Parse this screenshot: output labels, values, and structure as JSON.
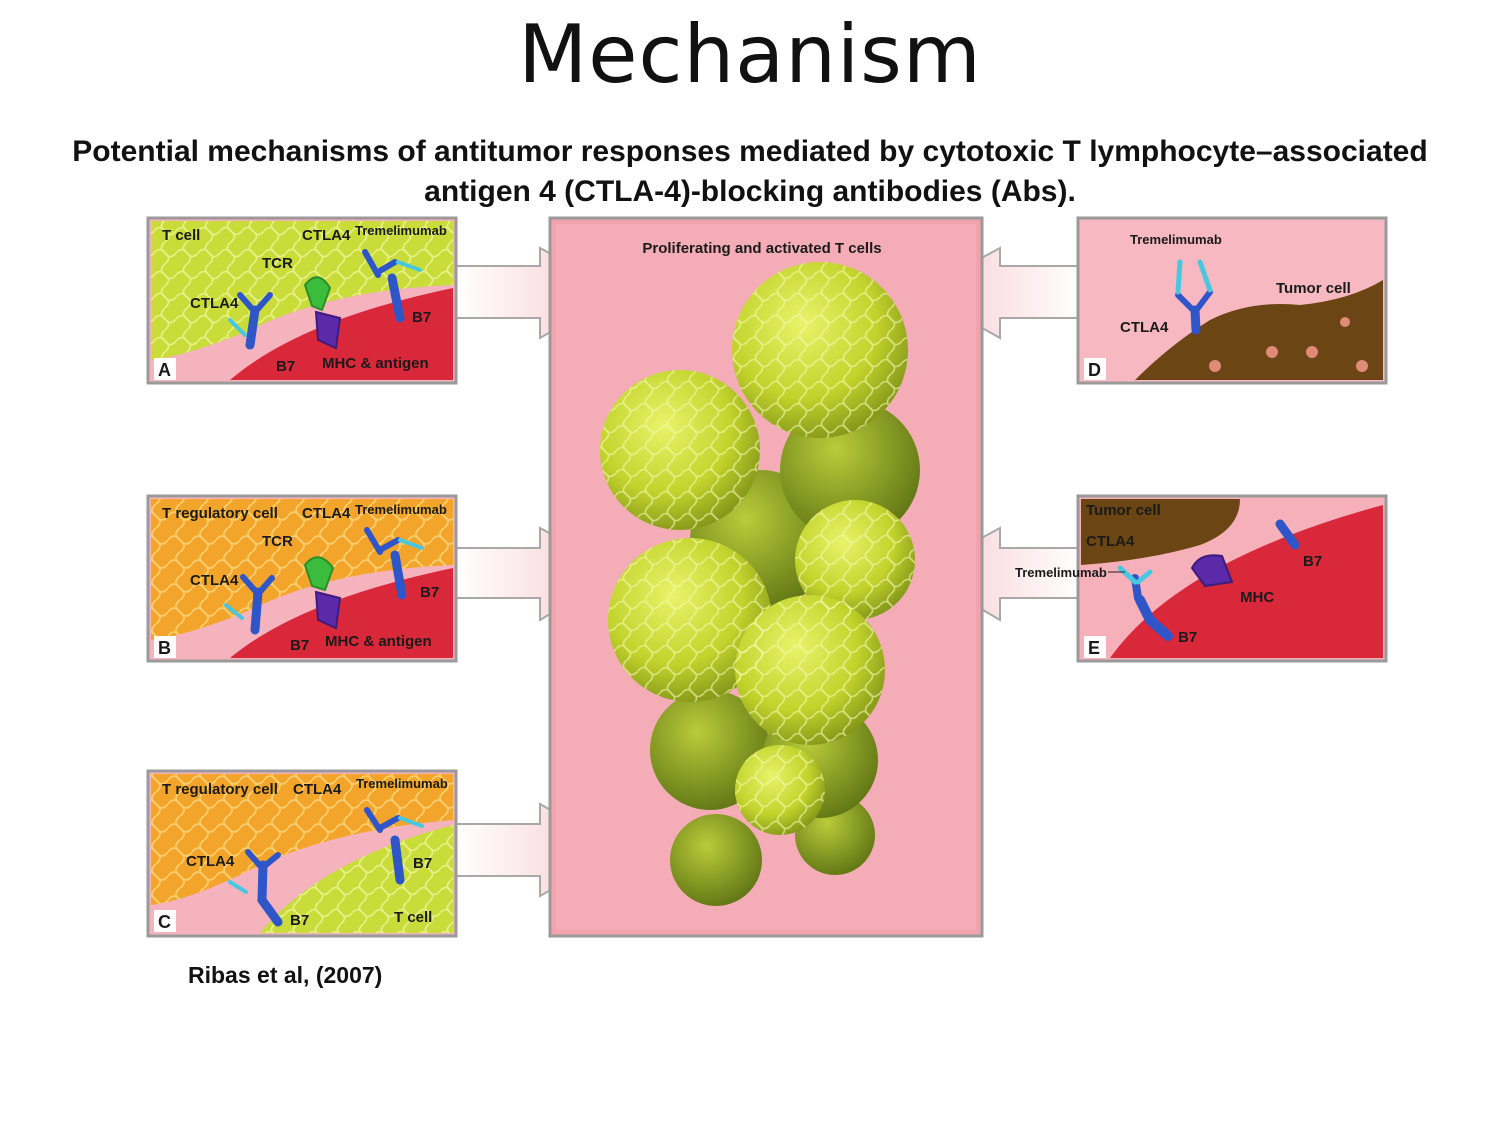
{
  "title": "Mechanism",
  "subtitle_line1": "Potential mechanisms of antitumor responses mediated by cytotoxic T lymphocyte–associated",
  "subtitle_line2": "antigen 4 (CTLA-4)-blocking antibodies (Abs).",
  "citation": "Ribas et al, (2007)",
  "center": {
    "label": "Proliferating and activated T cells"
  },
  "panelA": {
    "letter": "A",
    "cell": "T cell",
    "ctla4_top": "CTLA4",
    "drug": "Tremelimumab",
    "tcr": "TCR",
    "ctla4_left": "CTLA4",
    "b7_right": "B7",
    "b7_bottom": "B7",
    "mhc": "MHC & antigen"
  },
  "panelB": {
    "letter": "B",
    "cell": "T regulatory cell",
    "ctla4_top": "CTLA4",
    "drug": "Tremelimumab",
    "tcr": "TCR",
    "ctla4_left": "CTLA4",
    "b7_right": "B7",
    "b7_bottom": "B7",
    "mhc": "MHC & antigen"
  },
  "panelC": {
    "letter": "C",
    "cell": "T regulatory cell",
    "ctla4_top": "CTLA4",
    "drug": "Tremelimumab",
    "ctla4_left": "CTLA4",
    "b7_right": "B7",
    "b7_bottom": "B7",
    "tcell": "T cell"
  },
  "panelD": {
    "letter": "D",
    "drug": "Tremelimumab",
    "tumor": "Tumor cell",
    "ctla4": "CTLA4"
  },
  "panelE": {
    "letter": "E",
    "tumor": "Tumor cell",
    "ctla4": "CTLA4",
    "drug": "Tremelimumab",
    "b7_top": "B7",
    "mhc": "MHC",
    "b7_bottom": "B7"
  },
  "colors": {
    "tcell_green": "#c9dc3a",
    "treg_orange": "#f2a52a",
    "membrane_red": "#d9283a",
    "pink_bg": "#f3a7b2",
    "tumor_brown": "#6b4513",
    "antibody_blue": "#2f56c8",
    "drug_cyan": "#48c8e0"
  }
}
